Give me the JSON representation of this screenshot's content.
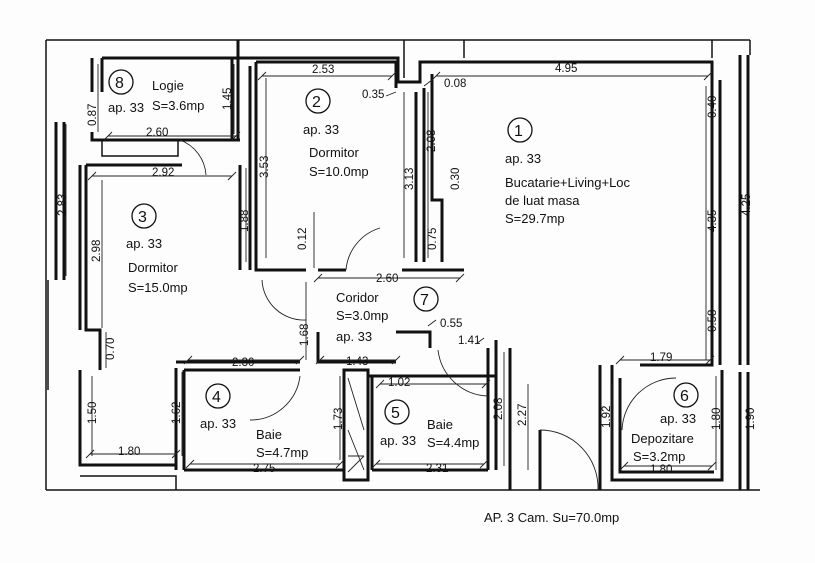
{
  "rooms": [
    {
      "number": "1",
      "apartment": "ap. 33",
      "name_line1": "Bucatarie+Living+Loc",
      "name_line2": "de luat masa",
      "area": "S=29.7mp"
    },
    {
      "number": "2",
      "apartment": "ap. 33",
      "name": "Dormitor",
      "area": "S=10.0mp"
    },
    {
      "number": "3",
      "apartment": "ap. 33",
      "name": "Dormitor",
      "area": "S=15.0mp"
    },
    {
      "number": "4",
      "apartment": "ap. 33",
      "name": "Baie",
      "area": "S=4.7mp"
    },
    {
      "number": "5",
      "apartment": "ap. 33",
      "name": "Baie",
      "area": "S=4.4mp"
    },
    {
      "number": "6",
      "apartment": "ap. 33",
      "name": "Depozitare",
      "area": "S=3.2mp"
    },
    {
      "number": "7",
      "apartment": "ap. 33",
      "name": "Coridor",
      "area": "S=3.0mp"
    },
    {
      "number": "8",
      "apartment": "ap. 33",
      "name": "Logie",
      "area": "S=3.6mp"
    }
  ],
  "dimensions": {
    "d253": "2.53",
    "d035": "0.35",
    "d008": "0.08",
    "d495": "4.95",
    "d040": "0.40",
    "d087": "0.87",
    "d145": "1.45",
    "d260a": "2.60",
    "d353": "3.53",
    "d208a": "2.08",
    "d313": "3.13",
    "d030": "0.30",
    "d283": "2.83",
    "d292": "2.92",
    "d188": "1.88",
    "d012": "0.12",
    "d075": "0.75",
    "d435": "4.35",
    "d298": "2.98",
    "d260b": "2.60",
    "d168": "1.68",
    "d055": "0.55",
    "d141": "1.41",
    "d058": "0.58",
    "d070": "0.70",
    "d230": "2.30",
    "d143": "1.43",
    "d179": "1.79",
    "d102": "1.02",
    "d208b": "2.08",
    "d227": "2.27",
    "d192": "1.92",
    "d180a": "1.80",
    "d150": "1.50",
    "d162": "1.62",
    "d173": "1.73",
    "d180b": "1.80",
    "d275": "2.75",
    "d231": "2.31",
    "d180c": "1.80",
    "d125": "4.25",
    "d190": "1.90"
  },
  "caption": "AP. 3 Cam. Su=70.0mp"
}
